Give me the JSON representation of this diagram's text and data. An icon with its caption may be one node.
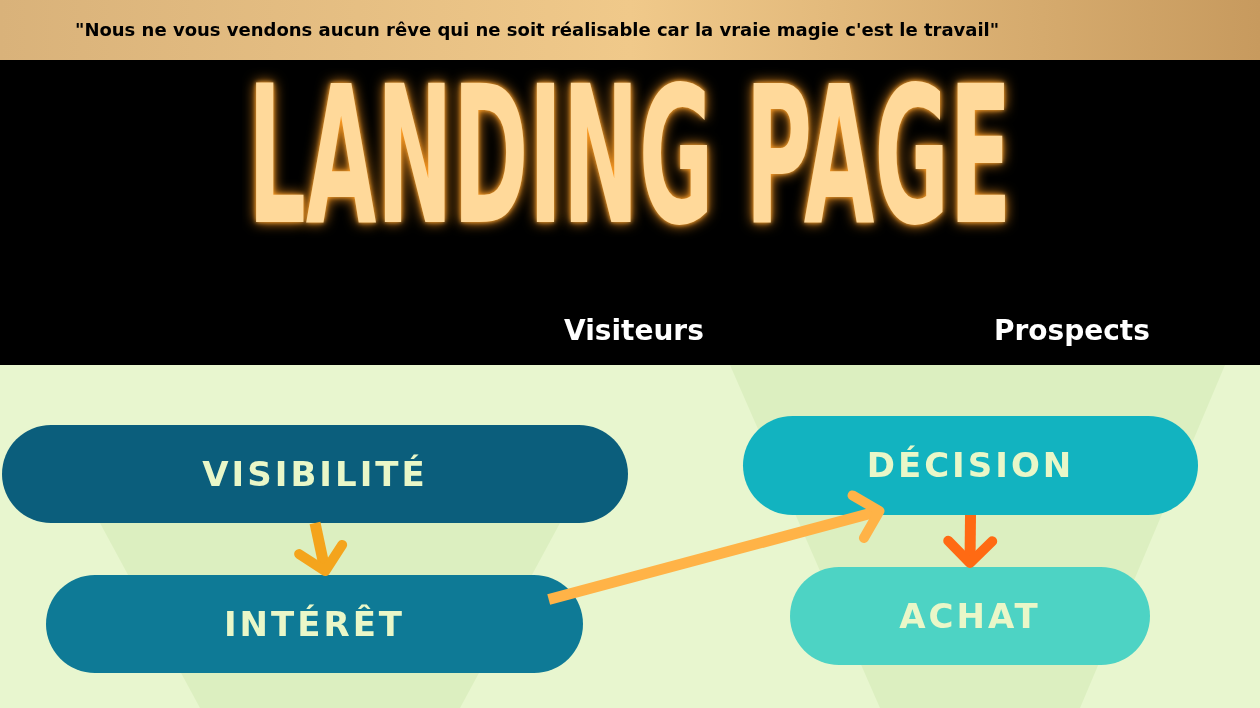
{
  "diagram": {
    "title": "LANDING PAGE",
    "nodes": [
      {
        "text": [
          "VISIBILITÉ"
        ]
      },
      {
        "text": [
          "INTÉRÊT"
        ]
      },
      {
        "text": [
          "DÉCISION"
        ]
      },
      {
        "text": [
          "ACHAT"
        ]
      }
    ],
    "edges": [
      {
        "from": 0,
        "to": 1,
        "arrow": "to",
        "color": "#f4a41c"
      },
      {
        "from": 1,
        "to": 2,
        "arrow": "to",
        "color": "#ffb347"
      },
      {
        "from": 2,
        "to": 3,
        "arrow": "to",
        "color": "#ff6a13"
      }
    ],
    "labels": [
      "\"Nous ne vous vendons aucun rêve qui ne soit réalisable car la vraie magie c'est le travail\"",
      "Visiteurs",
      "Prospects"
    ]
  }
}
